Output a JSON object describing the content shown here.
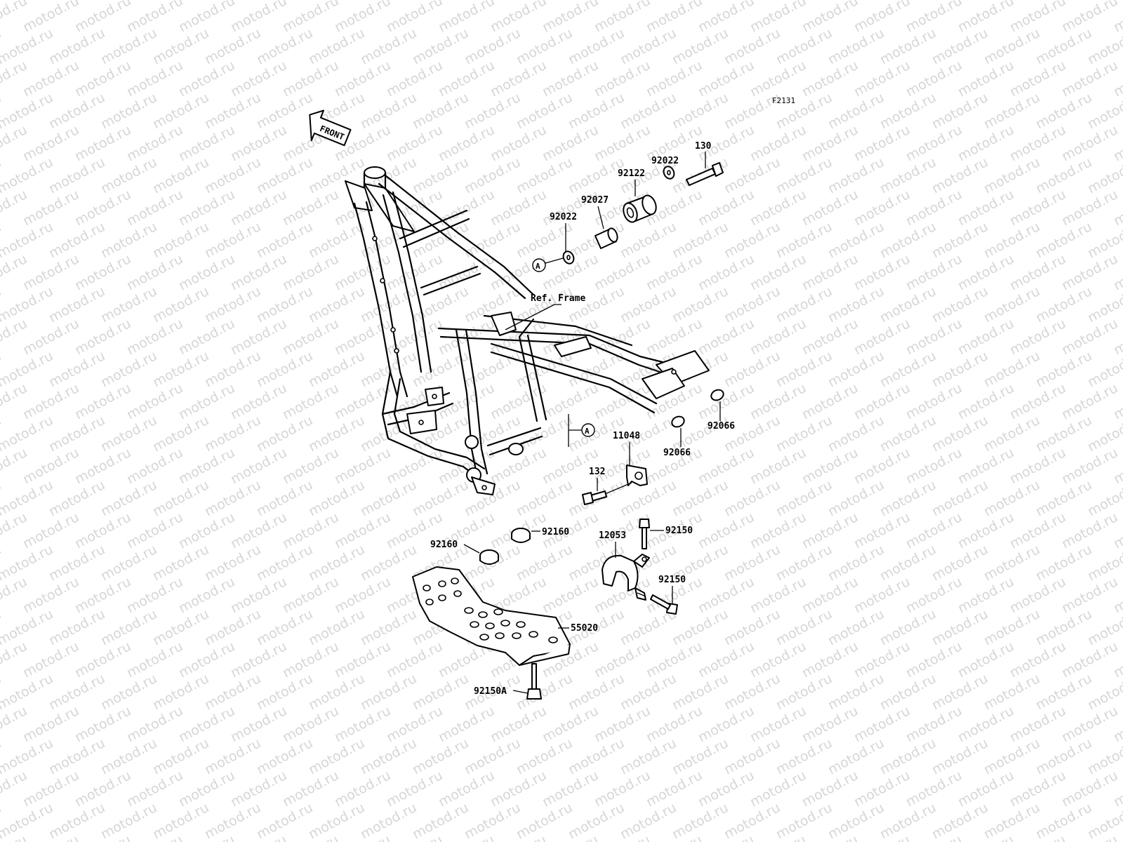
{
  "figure_code": "F2131",
  "front_arrow_label": "FRONT",
  "ref_frame_label": "Ref. Frame",
  "reference_marker": "A",
  "watermark": "motod.ru",
  "callouts": {
    "p130": "130",
    "p92022_top": "92022",
    "p92122": "92122",
    "p92027": "92027",
    "p92022_left": "92022",
    "p92066_right": "92066",
    "p92066_left": "92066",
    "p11048": "11048",
    "p132": "132",
    "p92160_right": "92160",
    "p92160_left": "92160",
    "p12053": "12053",
    "p92150_top": "92150",
    "p92150_bottom": "92150",
    "p55020": "55020",
    "p92150A": "92150A"
  }
}
